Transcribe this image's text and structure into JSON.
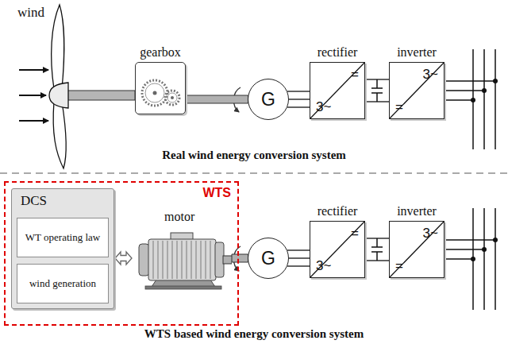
{
  "diagram": {
    "nodes": [
      {
        "text": [
          "gearbox"
        ]
      },
      {
        "text": [
          "G"
        ]
      },
      {
        "text": [
          "rectifier",
          "=",
          "3~"
        ]
      },
      {
        "text": [
          "inverter",
          "3~",
          "="
        ]
      },
      {
        "text": [
          "WTS"
        ]
      },
      {
        "text": [
          "DCS"
        ],
        "in": 4
      },
      {
        "text": [
          "WT operating law"
        ],
        "in": 5
      },
      {
        "text": [
          "wind generation"
        ],
        "in": 5
      },
      {
        "text": [
          "motor"
        ],
        "in": 4
      },
      {
        "text": [
          "G"
        ]
      },
      {
        "text": [
          "rectifier",
          "=",
          "3~"
        ]
      },
      {
        "text": [
          "inverter",
          "3~",
          "="
        ]
      }
    ],
    "edges": [
      {
        "from": 0,
        "to": 1,
        "arrow": "none"
      },
      {
        "from": 1,
        "to": 2,
        "arrow": "none"
      },
      {
        "from": 2,
        "to": 3,
        "arrow": "none"
      },
      {
        "from": 5,
        "to": 8,
        "arrow": "both"
      },
      {
        "from": 8,
        "to": 9,
        "arrow": "none"
      },
      {
        "from": 9,
        "to": 10,
        "arrow": "none"
      },
      {
        "from": 10,
        "to": 11,
        "arrow": "none"
      }
    ],
    "labels": [
      "wind",
      "Real wind energy conversion system",
      "WTS based wind energy conversion system"
    ]
  }
}
